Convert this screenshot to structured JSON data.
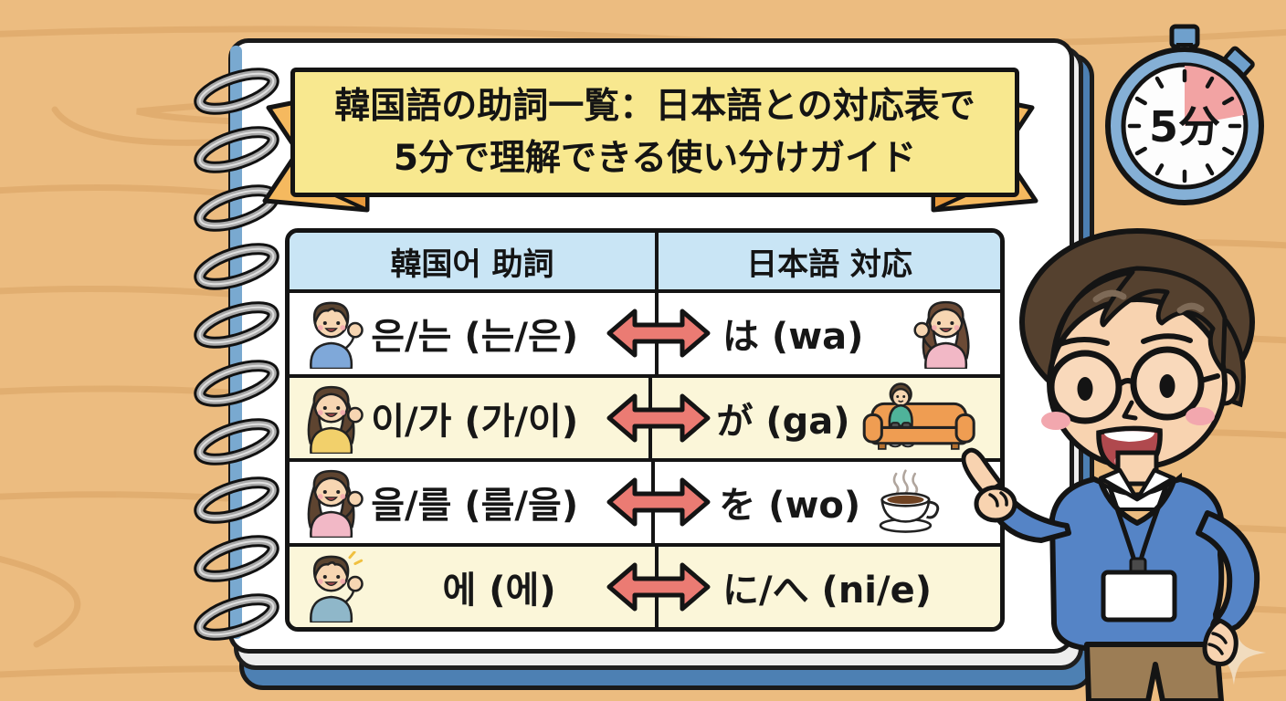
{
  "title": {
    "line1": "韓国語の助詞一覧：日本語との対応表で",
    "line2": "5分で理解できる使い分けガイド"
  },
  "timer": {
    "label": "5分"
  },
  "table": {
    "header_korean": "韓国어 助詞",
    "header_japanese": "日本語 対応",
    "rows": [
      {
        "korean": "은/는 (는/은)",
        "japanese": "は (wa)",
        "left_icon": "waving-boy-icon",
        "right_icon": "waving-woman-icon"
      },
      {
        "korean": "이/가 (가/이)",
        "japanese": "が (ga)",
        "left_icon": "waving-woman-yellow-icon",
        "right_icon": "boy-on-sofa-icon"
      },
      {
        "korean": "을/를 (를/을)",
        "japanese": "を (wo)",
        "left_icon": "waving-woman-pink-icon",
        "right_icon": "coffee-cup-icon"
      },
      {
        "korean": "에 (에)",
        "japanese": "に/へ (ni/e)",
        "left_icon": "waving-boy-sparkle-icon",
        "right_icon": "none"
      }
    ]
  },
  "colors": {
    "wood": "#ECBC80",
    "wood_streak": "#D9A262",
    "banner_fill": "#F8E88F",
    "ribbon_orange": "#F5B95F",
    "ribbon_orange_dark": "#E8993B",
    "header_blue": "#C9E5F5",
    "row_cream": "#FBF6D9",
    "arrow_red": "#EB7B73",
    "notebook_cover_blue": "#4D80B3",
    "timer_ring_blue": "#85B0D6",
    "timer_wedge_pink": "#F2A3A3",
    "teacher_sweater_blue": "#5584C6",
    "couch_orange": "#EF9D52"
  }
}
